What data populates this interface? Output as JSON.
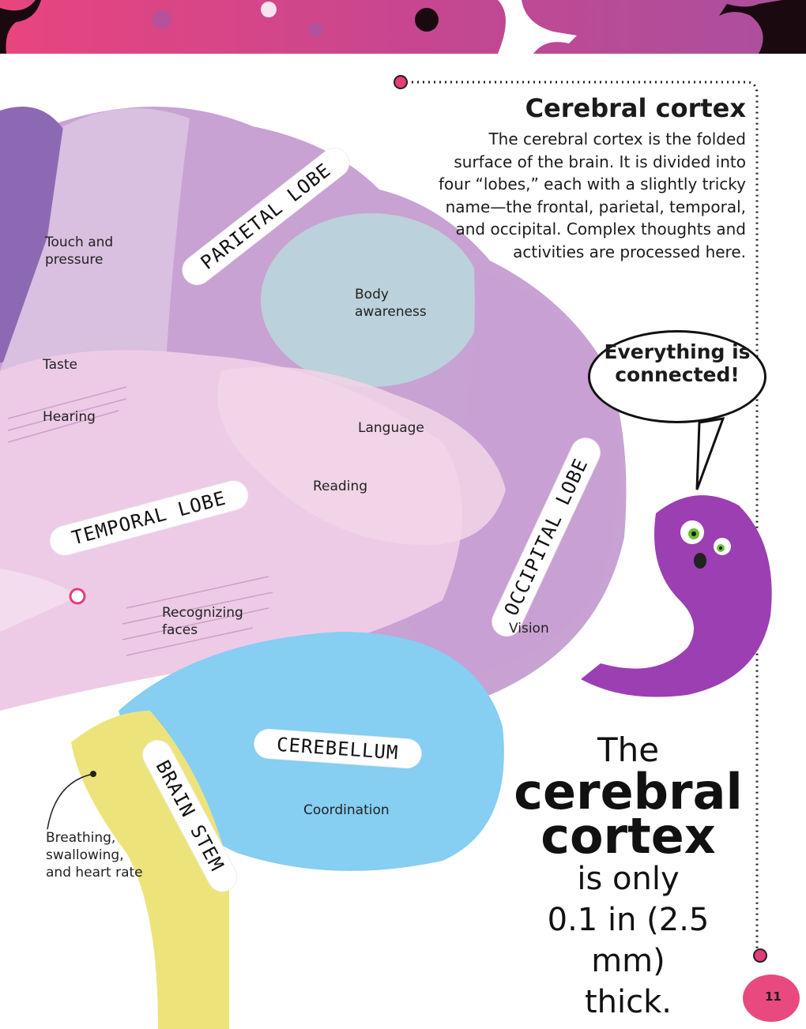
{
  "header": {
    "title": "Cerebral cortex",
    "body": "The cerebral cortex is the folded surface of the brain. It is divided into four “lobes,” each with a slightly tricky name—the frontal, parietal, temporal, and occipital. Complex thoughts and activities are processed here."
  },
  "lobes": {
    "parietal": "PARIETAL LOBE",
    "temporal": "TEMPORAL LOBE",
    "occipital": "OCCIPITAL LOBE",
    "cerebellum": "CEREBELLUM",
    "brain_stem": "BRAIN STEM"
  },
  "areas": {
    "touch": "Touch and pressure",
    "body": "Body awareness",
    "taste": "Taste",
    "hearing": "Hearing",
    "language": "Language",
    "reading": "Reading",
    "faces": "Recognizing faces",
    "vision": "Vision",
    "coordination": "Coordination",
    "breathing": "Breathing, swallowing, and heart rate"
  },
  "speech_bubble": "Everything is connected!",
  "fact": {
    "line1": "The",
    "line2": "cerebral",
    "line3": "cortex",
    "line4": "is only",
    "line5": "0.1 in (2.5 mm)",
    "line6": "thick."
  },
  "page_number": "11",
  "colors": {
    "banner": "#e8457e",
    "frontal": "#8d69b3",
    "parietal": "#c39cce",
    "temporal": "#eccbe6",
    "cerebellum": "#86cef2",
    "stem": "#ece47a",
    "accent": "#e23d7a"
  }
}
